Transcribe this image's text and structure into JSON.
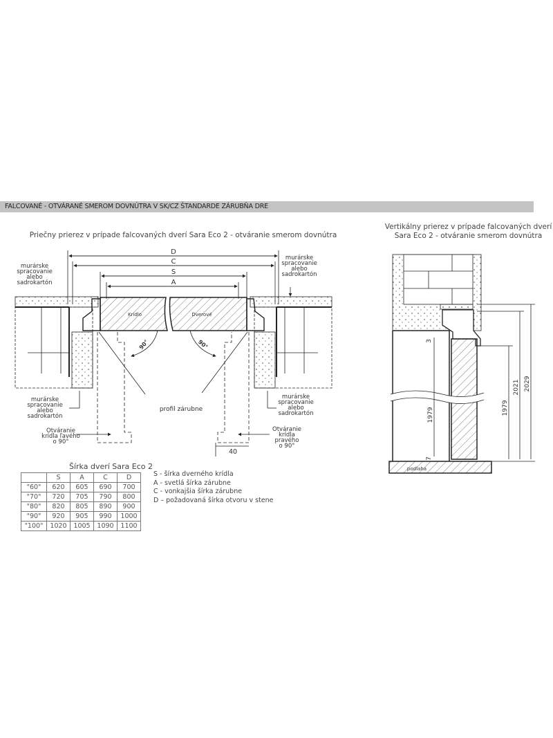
{
  "header": {
    "title": "FALCOVANÉ - OTVÁRANÉ SMEROM DOVNÚTRA V SK/CZ ŠTANDARDE ZÁRUBŇA DRE"
  },
  "horizontal_section": {
    "title": "Priečny prierez v prípade falcovaných dverí Sara Eco 2 - otváranie smerom dovnútra",
    "dim_labels": [
      "D",
      "C",
      "S",
      "A"
    ],
    "panel_labels": [
      "Krídlo",
      "Dverové"
    ],
    "angle_label": "90°",
    "masonry_note_lines": [
      "murárske",
      "spracovanie",
      "alebo",
      "sadrokartón"
    ],
    "profile_label": "profil zárubne",
    "left_opening_lines": [
      "Otváranie",
      "krídla ľavého",
      "o 90°"
    ],
    "right_opening_lines": [
      "Otváranie",
      "krídla",
      "pravého",
      "o 90°"
    ],
    "dim_40": "40"
  },
  "vertical_section": {
    "title_line1": "Vertikálny prierez v prípade falcovaných dverí",
    "title_line2": "Sara Eco 2 - otváranie smerom dovnútra",
    "dims": {
      "gap_top": "3",
      "gap_bottom": "7",
      "left_height": "1979",
      "height_1979": "1979",
      "height_2021": "2021",
      "height_2029": "2029"
    },
    "floor_label": "podlaha"
  },
  "size_table": {
    "title": "Šírka dverí Sara Eco 2",
    "headers": [
      "",
      "S",
      "A",
      "C",
      "D"
    ],
    "rows": [
      [
        "\"60\"",
        "620",
        "605",
        "690",
        "700"
      ],
      [
        "\"70\"",
        "720",
        "705",
        "790",
        "800"
      ],
      [
        "\"80\"",
        "820",
        "805",
        "890",
        "900"
      ],
      [
        "\"90\"",
        "920",
        "905",
        "990",
        "1000"
      ],
      [
        "\"100\"",
        "1020",
        "1005",
        "1090",
        "1100"
      ]
    ]
  },
  "legend": [
    "S - šírka dverného krídla",
    "A - svetlá šírka zárubne",
    "C - vonkajšia šírka zárubne",
    "D – požadovaná šírka otvoru v stene"
  ]
}
